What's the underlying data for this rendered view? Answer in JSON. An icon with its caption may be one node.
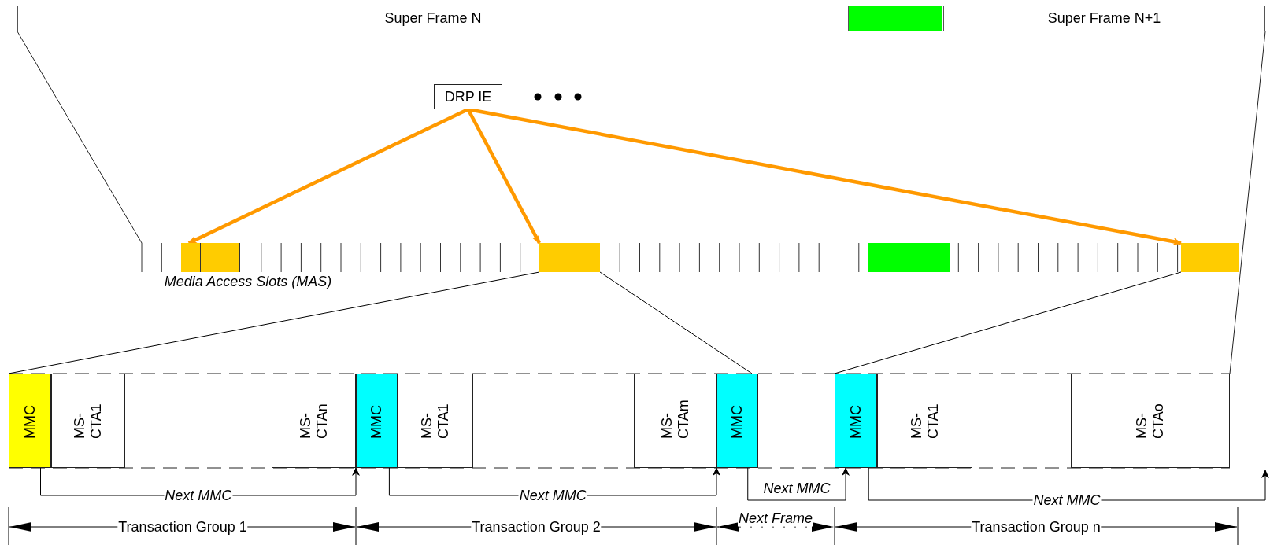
{
  "diagram": {
    "nodes": [
      {
        "text": [
          "Super Frame N"
        ]
      },
      {
        "text": [],
        "shape": "bar"
      },
      {
        "text": [
          "Super Frame N+1"
        ]
      },
      {
        "text": [
          "DRP IE"
        ]
      },
      {
        "text": [],
        "shape": "bar"
      },
      {
        "text": [],
        "shape": "bar"
      },
      {
        "text": [],
        "shape": "bar"
      },
      {
        "text": [],
        "shape": "bar"
      },
      {
        "text": [
          "MMC"
        ]
      },
      {
        "text": [
          "MS-CTA1"
        ]
      },
      {
        "text": [
          "MS-CTAn"
        ]
      },
      {
        "text": [
          "MMC"
        ]
      },
      {
        "text": [
          "MS-CTA1"
        ]
      },
      {
        "text": [
          "MS-CTAm"
        ]
      },
      {
        "text": [
          "MMC"
        ]
      },
      {
        "text": [
          "MMC"
        ]
      },
      {
        "text": [
          "MS-CTA1"
        ]
      },
      {
        "text": [
          "MS-CTAo"
        ]
      }
    ],
    "edges": [
      {
        "from": 3,
        "to": 4,
        "arrow": "to",
        "style": "thick",
        "color": "#ff9900"
      },
      {
        "from": 3,
        "to": 5,
        "arrow": "to",
        "style": "thick",
        "color": "#ff9900"
      },
      {
        "from": 3,
        "to": 7,
        "arrow": "to",
        "style": "thick",
        "color": "#ff9900"
      },
      {
        "from": 5,
        "to": 8,
        "arrow": "none"
      },
      {
        "from": 5,
        "to": 14,
        "arrow": "none"
      },
      {
        "from": 7,
        "to": 15,
        "arrow": "none"
      },
      {
        "from": 8,
        "to": 11,
        "arrow": "to",
        "label": "Next MMC"
      },
      {
        "from": 11,
        "to": 14,
        "arrow": "to",
        "label": "Next MMC"
      },
      {
        "from": 14,
        "to": 15,
        "arrow": "to",
        "label": "Next MMC"
      },
      {
        "from": 15,
        "to": null,
        "arrow": "to",
        "label": "Next MMC"
      }
    ],
    "labels": [
      "Media Access Slots (MAS)",
      "Next Frame",
      "Transaction Group 1",
      "Transaction Group 2",
      "Transaction Group n"
    ]
  }
}
